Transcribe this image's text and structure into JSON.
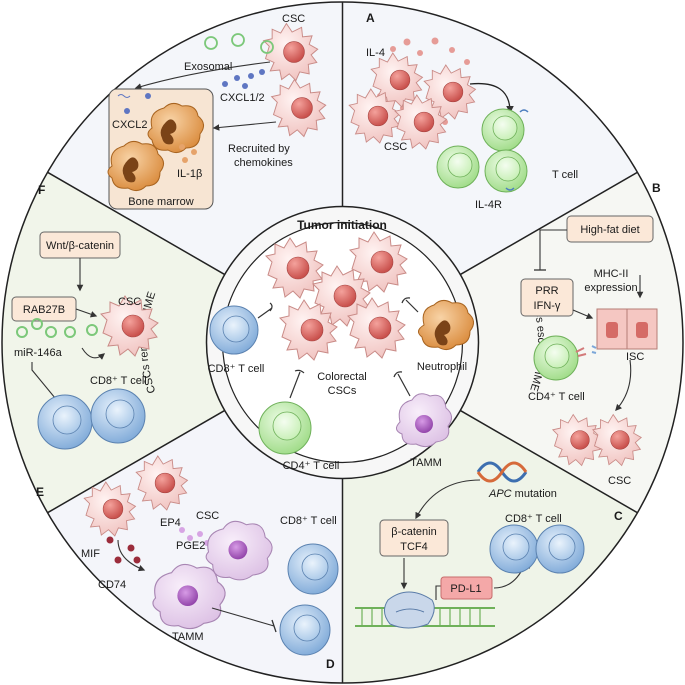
{
  "center": {
    "title": "Tumor initiation",
    "colorectal_line1": "Colorectal",
    "colorectal_line2": "CSCs",
    "cd8": "CD8⁺ T cell",
    "cd4": "CD4⁺ T cell",
    "neutrophil": "Neutrophil",
    "tamm": "TAMM"
  },
  "ring": {
    "left": "CSCs remodel TIME",
    "right": "CSCs escape TIME"
  },
  "sections": {
    "A": {
      "letter": "A",
      "il4": "IL-4",
      "csc": "CSC",
      "tcell": "T cell",
      "il4r": "IL-4R"
    },
    "B": {
      "letter": "B",
      "high_fat": "High-fat diet",
      "prr": "PRR",
      "ifn": "IFN-γ",
      "mhc_line1": "MHC-II",
      "mhc_line2": "expression",
      "isc": "ISC",
      "cd4": "CD4⁺ T cell",
      "csc": "CSC"
    },
    "C": {
      "letter": "C",
      "apc_italic": "APC",
      "apc_rest": " mutation",
      "bcat": "β-catenin",
      "tcf4": "TCF4",
      "pdl1": "PD-L1",
      "cd8": "CD8⁺ T cell"
    },
    "D": {
      "letter": "D",
      "csc": "CSC",
      "ep4": "EP4",
      "pge2": "PGE2",
      "mif": "MIF",
      "cd74": "CD74",
      "tamm": "TAMM",
      "cd8": "CD8⁺ T cell"
    },
    "E": {
      "letter": "E",
      "wnt": "Wnt/β-catenin",
      "rab27b": "RAB27B",
      "csc": "CSC",
      "mir": "miR-146a",
      "cd8": "CD8⁺ T cell"
    },
    "F": {
      "letter": "F",
      "csc": "CSC",
      "exosomal": "Exosomal",
      "cxcl12": "CXCL1/2",
      "cxcl2": "CXCL2",
      "il1b": "IL-1β",
      "bone_marrow": "Bone marrow",
      "recruit1": "Recruited by",
      "recruit2": "chemokines"
    }
  },
  "colors": {
    "sector_fill": "#f2f5ec",
    "sector_alt": "#f5f7fb",
    "csc_body": "#f7d5d3",
    "csc_nucleus": "#dc6e6a",
    "tcell_green": "#b8e6a6",
    "tcell_blue": "#a7c8ea",
    "tamm_purple": "#e7d3ec",
    "neutrophil": "#e4a35b",
    "box_fill": "#fbe8d8",
    "pdl1_fill": "#f4a8a8"
  }
}
